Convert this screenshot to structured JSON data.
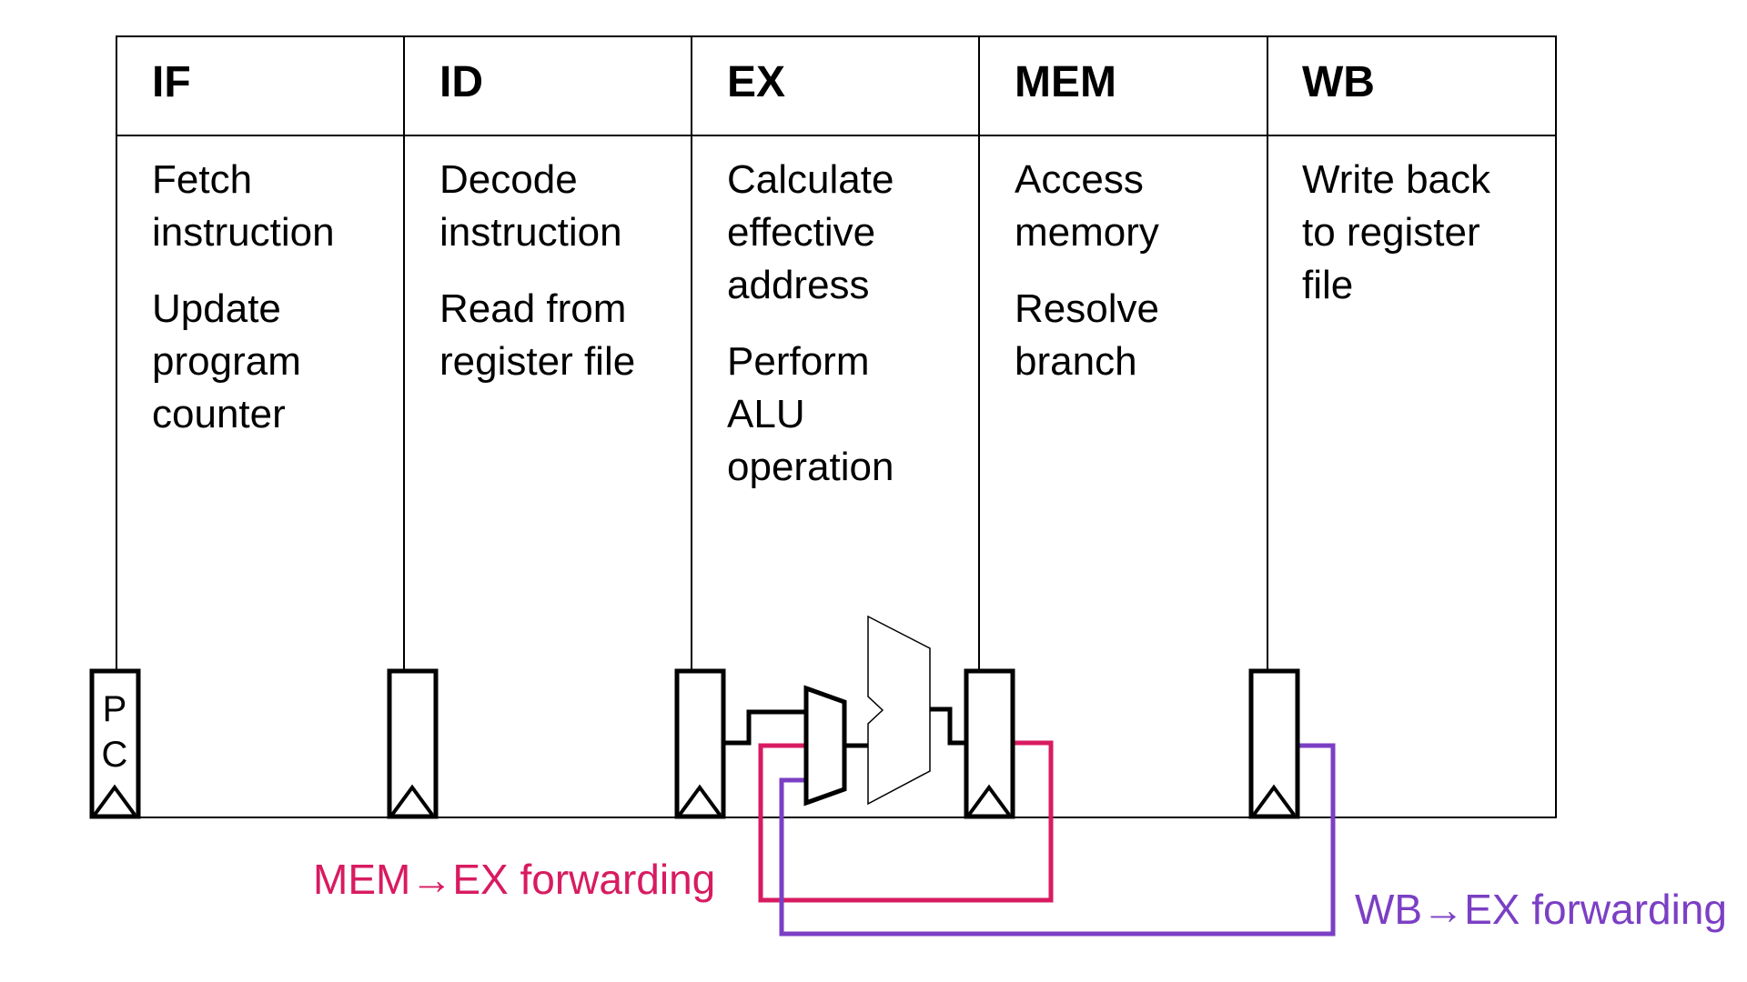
{
  "stages": [
    {
      "title": "IF",
      "lines": [
        [
          "Fetch",
          "instruction"
        ],
        [
          "Update",
          "program",
          "counter"
        ]
      ]
    },
    {
      "title": "ID",
      "lines": [
        [
          "Decode",
          "instruction"
        ],
        [
          "Read from",
          "register file"
        ]
      ]
    },
    {
      "title": "EX",
      "lines": [
        [
          "Calculate",
          "effective",
          "address"
        ],
        [
          "Perform",
          "ALU",
          "operation"
        ]
      ]
    },
    {
      "title": "MEM",
      "lines": [
        [
          "Access",
          "memory"
        ],
        [
          "Resolve",
          "branch"
        ]
      ]
    },
    {
      "title": "WB",
      "lines": [
        [
          "Write back",
          "to register",
          "file"
        ]
      ]
    }
  ],
  "pc_register": {
    "label_top": "P",
    "label_bottom": "C"
  },
  "forwarding": {
    "mem_to_ex": {
      "label": "MEM→EX forwarding",
      "color": "#d81b60"
    },
    "wb_to_ex": {
      "label": "WB→EX forwarding",
      "color": "#7b3fc4"
    }
  },
  "colors": {
    "stroke": "#000000",
    "background": "#ffffff"
  }
}
